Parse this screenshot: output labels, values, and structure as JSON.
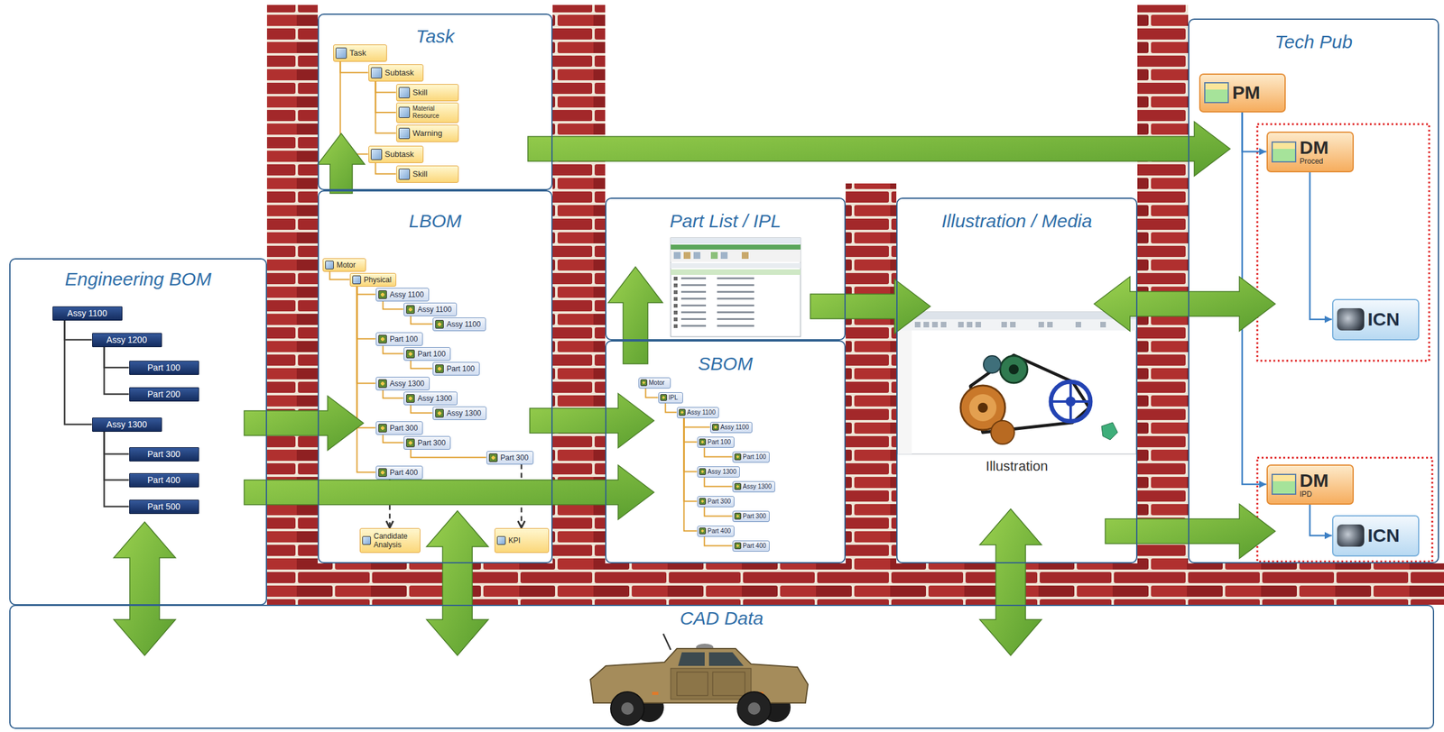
{
  "diagram": {
    "nodes": [
      {
        "text": [
          "Task"
        ]
      },
      {
        "text": [
          "Task"
        ],
        "in": 0
      },
      {
        "text": [
          "Subtask"
        ],
        "in": 0
      },
      {
        "text": [
          "Skill"
        ],
        "in": 0
      },
      {
        "text": [
          "Material Resource"
        ],
        "in": 0
      },
      {
        "text": [
          "Warning"
        ],
        "in": 0
      },
      {
        "text": [
          "Subtask"
        ],
        "in": 0
      },
      {
        "text": [
          "Skill"
        ],
        "in": 0
      },
      {
        "text": [
          "Tech Pub"
        ]
      },
      {
        "text": [
          "PM"
        ],
        "in": 8
      },
      {
        "text": [
          "DM",
          "Proced"
        ],
        "in": 8
      },
      {
        "text": [
          "ICN"
        ],
        "in": 8
      },
      {
        "text": [
          "DM",
          "IPD"
        ],
        "in": 8
      },
      {
        "text": [
          "ICN"
        ],
        "in": 8
      },
      {
        "text": [
          "Engineering BOM"
        ]
      },
      {
        "text": [
          "Assy 1100"
        ],
        "in": 14
      },
      {
        "text": [
          "Assy 1200"
        ],
        "in": 14
      },
      {
        "text": [
          "Part 100"
        ],
        "in": 14
      },
      {
        "text": [
          "Part 200"
        ],
        "in": 14
      },
      {
        "text": [
          "Assy 1300"
        ],
        "in": 14
      },
      {
        "text": [
          "Part 300"
        ],
        "in": 14
      },
      {
        "text": [
          "Part 400"
        ],
        "in": 14
      },
      {
        "text": [
          "Part 500"
        ],
        "in": 14
      },
      {
        "text": [
          "LBOM"
        ]
      },
      {
        "text": [
          "Motor"
        ],
        "in": 23
      },
      {
        "text": [
          "Physical"
        ],
        "in": 23
      },
      {
        "text": [
          "Assy 1100"
        ],
        "in": 23
      },
      {
        "text": [
          "Assy 1100"
        ],
        "in": 23
      },
      {
        "text": [
          "Assy 1100"
        ],
        "in": 23
      },
      {
        "text": [
          "Part 100"
        ],
        "in": 23
      },
      {
        "text": [
          "Part 100"
        ],
        "in": 23
      },
      {
        "text": [
          "Part 100"
        ],
        "in": 23
      },
      {
        "text": [
          "Assy 1300"
        ],
        "in": 23
      },
      {
        "text": [
          "Assy 1300"
        ],
        "in": 23
      },
      {
        "text": [
          "Assy 1300"
        ],
        "in": 23
      },
      {
        "text": [
          "Part 300"
        ],
        "in": 23
      },
      {
        "text": [
          "Part 300"
        ],
        "in": 23
      },
      {
        "text": [
          "Part 300"
        ],
        "in": 23
      },
      {
        "text": [
          "Part 400"
        ],
        "in": 23
      },
      {
        "text": [
          "Candidate Analysis"
        ],
        "in": 23
      },
      {
        "text": [
          "KPI"
        ],
        "in": 23
      },
      {
        "text": [
          "Part List / IPL"
        ]
      },
      {
        "text": [
          "SBOM"
        ]
      },
      {
        "text": [
          "Motor"
        ],
        "in": 42
      },
      {
        "text": [
          "IPL"
        ],
        "in": 42
      },
      {
        "text": [
          "Assy 1100"
        ],
        "in": 42
      },
      {
        "text": [
          "Assy 1100"
        ],
        "in": 42
      },
      {
        "text": [
          "Part 100"
        ],
        "in": 42
      },
      {
        "text": [
          "Part 100"
        ],
        "in": 42
      },
      {
        "text": [
          "Assy 1300"
        ],
        "in": 42
      },
      {
        "text": [
          "Assy 1300"
        ],
        "in": 42
      },
      {
        "text": [
          "Part 300"
        ],
        "in": 42
      },
      {
        "text": [
          "Part 300"
        ],
        "in": 42
      },
      {
        "text": [
          "Part 400"
        ],
        "in": 42
      },
      {
        "text": [
          "Part 400"
        ],
        "in": 42
      },
      {
        "text": [
          "Illustration / Media",
          "Illustration"
        ]
      },
      {
        "text": [
          "CAD Data"
        ]
      }
    ],
    "edges": [
      {
        "from": 1,
        "to": 2,
        "arrow": "none"
      },
      {
        "from": 2,
        "to": 3,
        "arrow": "none"
      },
      {
        "from": 2,
        "to": 4,
        "arrow": "none"
      },
      {
        "from": 2,
        "to": 5,
        "arrow": "none"
      },
      {
        "from": 1,
        "to": 6,
        "arrow": "none"
      },
      {
        "from": 6,
        "to": 7,
        "arrow": "none"
      },
      {
        "from": 9,
        "to": 10,
        "arrow": "to"
      },
      {
        "from": 10,
        "to": 11,
        "arrow": "to"
      },
      {
        "from": 9,
        "to": 12,
        "arrow": "to"
      },
      {
        "from": 12,
        "to": 13,
        "arrow": "to"
      },
      {
        "from": 15,
        "to": 16,
        "arrow": "none"
      },
      {
        "from": 15,
        "to": 19,
        "arrow": "none"
      },
      {
        "from": 16,
        "to": 17,
        "arrow": "none"
      },
      {
        "from": 16,
        "to": 18,
        "arrow": "none"
      },
      {
        "from": 19,
        "to": 20,
        "arrow": "none"
      },
      {
        "from": 19,
        "to": 21,
        "arrow": "none"
      },
      {
        "from": 19,
        "to": 22,
        "arrow": "none"
      },
      {
        "from": 24,
        "to": 25,
        "arrow": "none"
      },
      {
        "from": 25,
        "to": 26,
        "arrow": "none"
      },
      {
        "from": 26,
        "to": 27,
        "arrow": "none"
      },
      {
        "from": 27,
        "to": 28,
        "arrow": "none"
      },
      {
        "from": 25,
        "to": 29,
        "arrow": "none"
      },
      {
        "from": 29,
        "to": 30,
        "arrow": "none"
      },
      {
        "from": 30,
        "to": 31,
        "arrow": "none"
      },
      {
        "from": 25,
        "to": 32,
        "arrow": "none"
      },
      {
        "from": 32,
        "to": 33,
        "arrow": "none"
      },
      {
        "from": 33,
        "to": 34,
        "arrow": "none"
      },
      {
        "from": 25,
        "to": 35,
        "arrow": "none"
      },
      {
        "from": 35,
        "to": 36,
        "arrow": "none"
      },
      {
        "from": 36,
        "to": 37,
        "arrow": "none"
      },
      {
        "from": 25,
        "to": 38,
        "arrow": "none"
      },
      {
        "from": 38,
        "to": 39,
        "arrow": "to"
      },
      {
        "from": 37,
        "to": 40,
        "arrow": "to"
      },
      {
        "from": 43,
        "to": 44,
        "arrow": "none"
      },
      {
        "from": 44,
        "to": 45,
        "arrow": "none"
      },
      {
        "from": 45,
        "to": 46,
        "arrow": "none"
      },
      {
        "from": 45,
        "to": 47,
        "arrow": "none"
      },
      {
        "from": 47,
        "to": 48,
        "arrow": "none"
      },
      {
        "from": 45,
        "to": 49,
        "arrow": "none"
      },
      {
        "from": 49,
        "to": 50,
        "arrow": "none"
      },
      {
        "from": 45,
        "to": 51,
        "arrow": "none"
      },
      {
        "from": 51,
        "to": 52,
        "arrow": "none"
      },
      {
        "from": 45,
        "to": 53,
        "arrow": "none"
      },
      {
        "from": 53,
        "to": 54,
        "arrow": "none"
      },
      {
        "from": 14,
        "to": 23,
        "arrow": "to"
      },
      {
        "from": 14,
        "to": 42,
        "arrow": "to"
      },
      {
        "from": 23,
        "to": 42,
        "arrow": "to"
      },
      {
        "from": 23,
        "to": 0,
        "arrow": "to"
      },
      {
        "from": 0,
        "to": 8,
        "arrow": "to"
      },
      {
        "from": 42,
        "to": 41,
        "arrow": "to"
      },
      {
        "from": 41,
        "to": 55,
        "arrow": "to"
      },
      {
        "from": 55,
        "to": 8,
        "arrow": "both"
      },
      {
        "from": 55,
        "to": 8,
        "arrow": "to"
      },
      {
        "from": 14,
        "to": 56,
        "arrow": "both"
      },
      {
        "from": 23,
        "to": 56,
        "arrow": "both"
      },
      {
        "from": 55,
        "to": 56,
        "arrow": "both"
      }
    ]
  }
}
